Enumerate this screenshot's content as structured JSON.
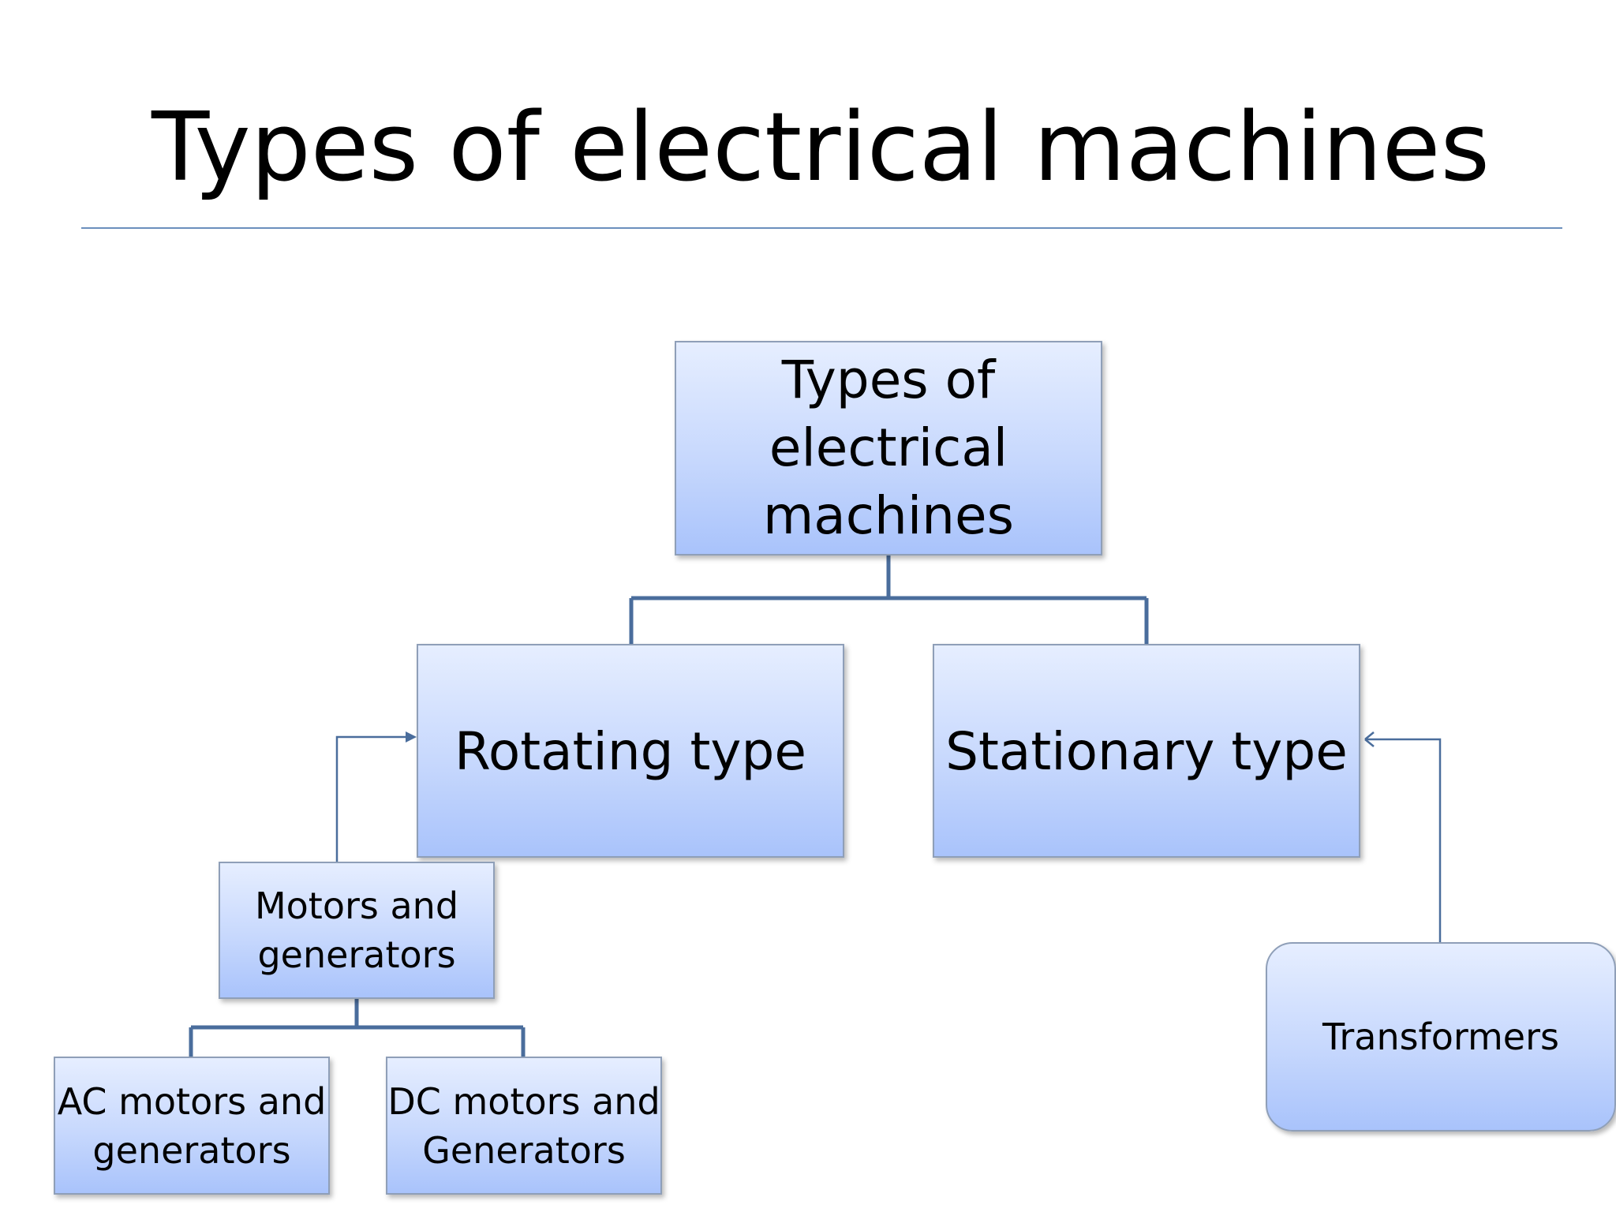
{
  "slide": {
    "title": "Types of electrical machines"
  },
  "diagram": {
    "root": "Types   of\nelectrical\nmachines",
    "rotating": "Rotating type",
    "stationary": "Stationary type",
    "motors_generators": "Motors and\ngenerators",
    "ac_motors": "AC motors and\ngenerators",
    "dc_motors": "DC motors and\nGenerators",
    "transformers": "Transformers"
  },
  "colors": {
    "connector": "#4a6d9c",
    "box_top": "#e6eeff",
    "box_bottom": "#a9c3fb",
    "title_rule": "#6b8fbd"
  }
}
